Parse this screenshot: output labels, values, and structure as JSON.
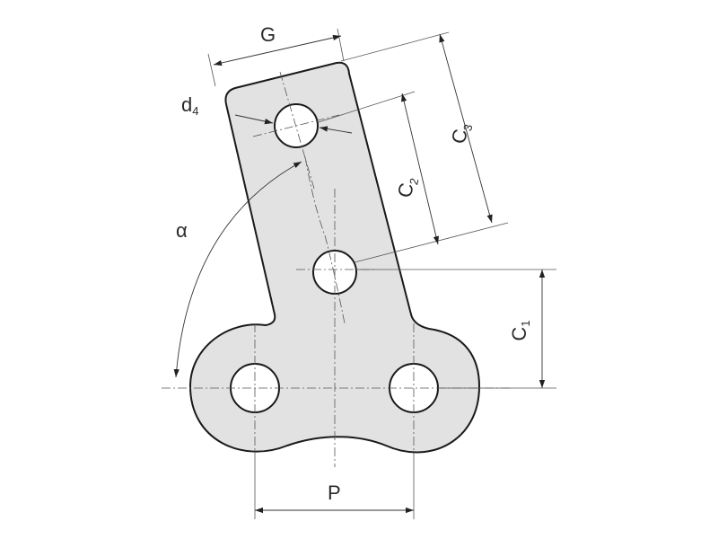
{
  "diagram": {
    "labels": {
      "G": "G",
      "d4_main": "d",
      "d4_sub": "4",
      "C3_main": "C",
      "C3_sub": "3",
      "C2_main": "C",
      "C2_sub": "2",
      "C1_main": "C",
      "C1_sub": "1",
      "alpha": "α",
      "P": "P"
    },
    "colors": {
      "part_fill": "#e2e2e2",
      "outline": "#1a1a1a"
    }
  }
}
